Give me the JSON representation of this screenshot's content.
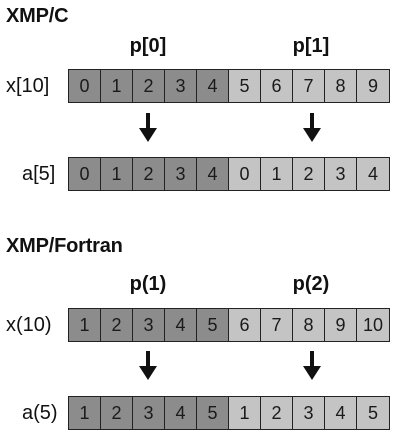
{
  "sections": [
    {
      "title": "XMP/C",
      "proc_labels": [
        "p[0]",
        "p[1]"
      ],
      "source_label": "x[10]",
      "source_cells": [
        "0",
        "1",
        "2",
        "3",
        "4",
        "5",
        "6",
        "7",
        "8",
        "9"
      ],
      "target_label": "a[5]",
      "target_cells": [
        "0",
        "1",
        "2",
        "3",
        "4",
        "0",
        "1",
        "2",
        "3",
        "4"
      ]
    },
    {
      "title": "XMP/Fortran",
      "proc_labels": [
        "p(1)",
        "p(2)"
      ],
      "source_label": "x(10)",
      "source_cells": [
        "1",
        "2",
        "3",
        "4",
        "5",
        "6",
        "7",
        "8",
        "9",
        "10"
      ],
      "target_label": "a(5)",
      "target_cells": [
        "1",
        "2",
        "3",
        "4",
        "5",
        "1",
        "2",
        "3",
        "4",
        "5"
      ]
    }
  ],
  "colors": {
    "proc_first": "#8c8c8c",
    "proc_second": "#c4c4c4",
    "border": "#222222",
    "arrow": "#111111"
  }
}
